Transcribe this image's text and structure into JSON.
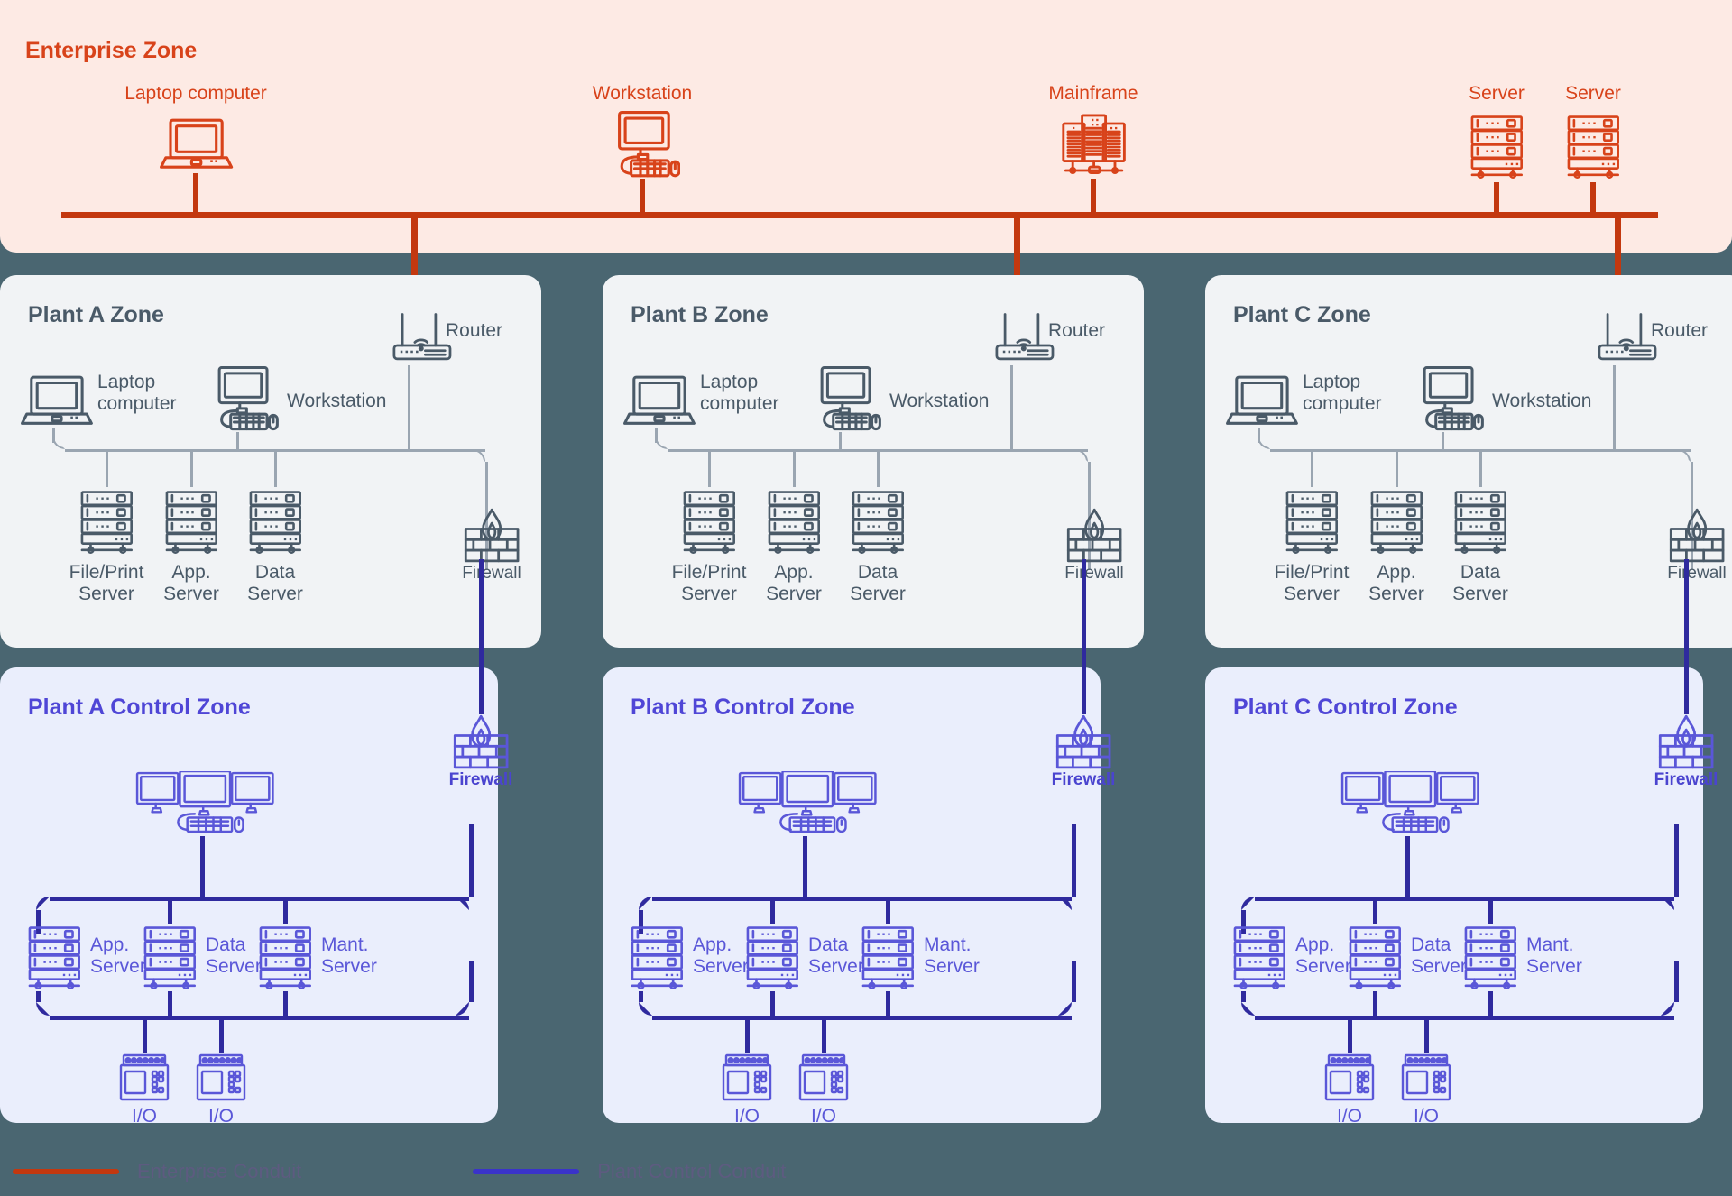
{
  "colors": {
    "page_background": "#4a6671",
    "enterprise_zone_bg": "#fdeae4",
    "plant_zone_bg": "#f1f3f5",
    "control_zone_bg": "#eaeefc",
    "enterprise_accent": "#d8431a",
    "enterprise_conduit": "#c3380f",
    "plant_accent": "#4a5a68",
    "plant_line": "#9aa5b1",
    "control_accent": "#5a57d8",
    "control_conduit": "#2f2a9e"
  },
  "enterprise_zone": {
    "title": "Enterprise Zone",
    "nodes": [
      {
        "label": "Laptop computer",
        "icon": "laptop-icon"
      },
      {
        "label": "Workstation",
        "icon": "workstation-icon"
      },
      {
        "label": "Mainframe",
        "icon": "mainframe-icon"
      },
      {
        "label": "Server",
        "icon": "server-icon"
      },
      {
        "label": "Server",
        "icon": "server-icon"
      }
    ]
  },
  "plant_zones": [
    {
      "title": "Plant A Zone",
      "router_label": "Router",
      "laptop_label": "Laptop\ncomputer",
      "workstation_label": "Workstation",
      "servers": [
        {
          "label": "File/Print\nServer",
          "icon": "server-icon"
        },
        {
          "label": "App.\nServer",
          "icon": "server-icon"
        },
        {
          "label": "Data\nServer",
          "icon": "server-icon"
        }
      ],
      "firewall_label": "Firewall"
    },
    {
      "title": "Plant B Zone",
      "router_label": "Router",
      "laptop_label": "Laptop\ncomputer",
      "workstation_label": "Workstation",
      "servers": [
        {
          "label": "File/Print\nServer",
          "icon": "server-icon"
        },
        {
          "label": "App.\nServer",
          "icon": "server-icon"
        },
        {
          "label": "Data\nServer",
          "icon": "server-icon"
        }
      ],
      "firewall_label": "Firewall"
    },
    {
      "title": "Plant C Zone",
      "router_label": "Router",
      "laptop_label": "Laptop\ncomputer",
      "workstation_label": "Workstation",
      "servers": [
        {
          "label": "File/Print\nServer",
          "icon": "server-icon"
        },
        {
          "label": "App.\nServer",
          "icon": "server-icon"
        },
        {
          "label": "Data\nServer",
          "icon": "server-icon"
        }
      ],
      "firewall_label": "Firewall"
    }
  ],
  "control_zones": [
    {
      "title": "Plant A Control Zone",
      "hmi_icon": "multi-monitor-workstation-icon",
      "servers": [
        {
          "label": "App.\nServer",
          "icon": "server-icon"
        },
        {
          "label": "Data\nServer",
          "icon": "server-icon"
        },
        {
          "label": "Mant.\nServer",
          "icon": "server-icon"
        }
      ],
      "io_devices": [
        {
          "label": "I/O"
        },
        {
          "label": "I/O"
        }
      ],
      "firewall_label": "Firewall"
    },
    {
      "title": "Plant B Control Zone",
      "hmi_icon": "multi-monitor-workstation-icon",
      "servers": [
        {
          "label": "App.\nServer",
          "icon": "server-icon"
        },
        {
          "label": "Data\nServer",
          "icon": "server-icon"
        },
        {
          "label": "Mant.\nServer",
          "icon": "server-icon"
        }
      ],
      "io_devices": [
        {
          "label": "I/O"
        },
        {
          "label": "I/O"
        }
      ],
      "firewall_label": "Firewall"
    },
    {
      "title": "Plant C Control Zone",
      "hmi_icon": "multi-monitor-workstation-icon",
      "servers": [
        {
          "label": "App.\nServer",
          "icon": "server-icon"
        },
        {
          "label": "Data\nServer",
          "icon": "server-icon"
        },
        {
          "label": "Mant.\nServer",
          "icon": "server-icon"
        }
      ],
      "io_devices": [
        {
          "label": "I/O"
        },
        {
          "label": "I/O"
        }
      ],
      "firewall_label": "Firewall"
    }
  ],
  "legend": {
    "items": [
      {
        "label": "Enterprise Conduit",
        "color": "#c3380f"
      },
      {
        "label": "Plant Control Conduit",
        "color": "#3a33c9"
      }
    ]
  }
}
